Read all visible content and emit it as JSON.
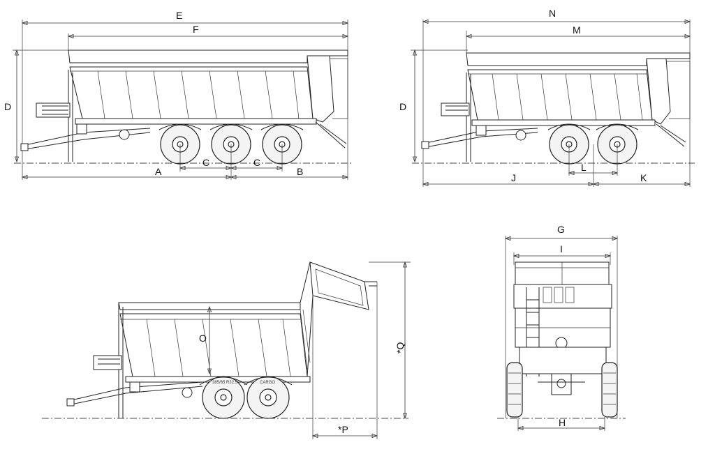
{
  "dimension_labels": {
    "overall_length_3axle": "E",
    "body_length_3axle": "F",
    "height_side": "D",
    "front_overhang_3axle": "A",
    "axle_spacing": "C",
    "rear_overhang_3axle": "B",
    "overall_length_2axle": "N",
    "body_length_2axle": "M",
    "front_overhang_2axle": "J",
    "axle_spacing_2axle": "L",
    "rear_overhang_2axle": "K",
    "overall_width": "G",
    "body_width": "I",
    "track_width": "H",
    "body_height": "O",
    "tipping_height": "*Q",
    "tipping_rear_offset": "*P"
  },
  "tire_markings": [
    "385/65 R22.5",
    "CARGO"
  ],
  "colors": {
    "line": "#222222",
    "background": "#ffffff"
  }
}
